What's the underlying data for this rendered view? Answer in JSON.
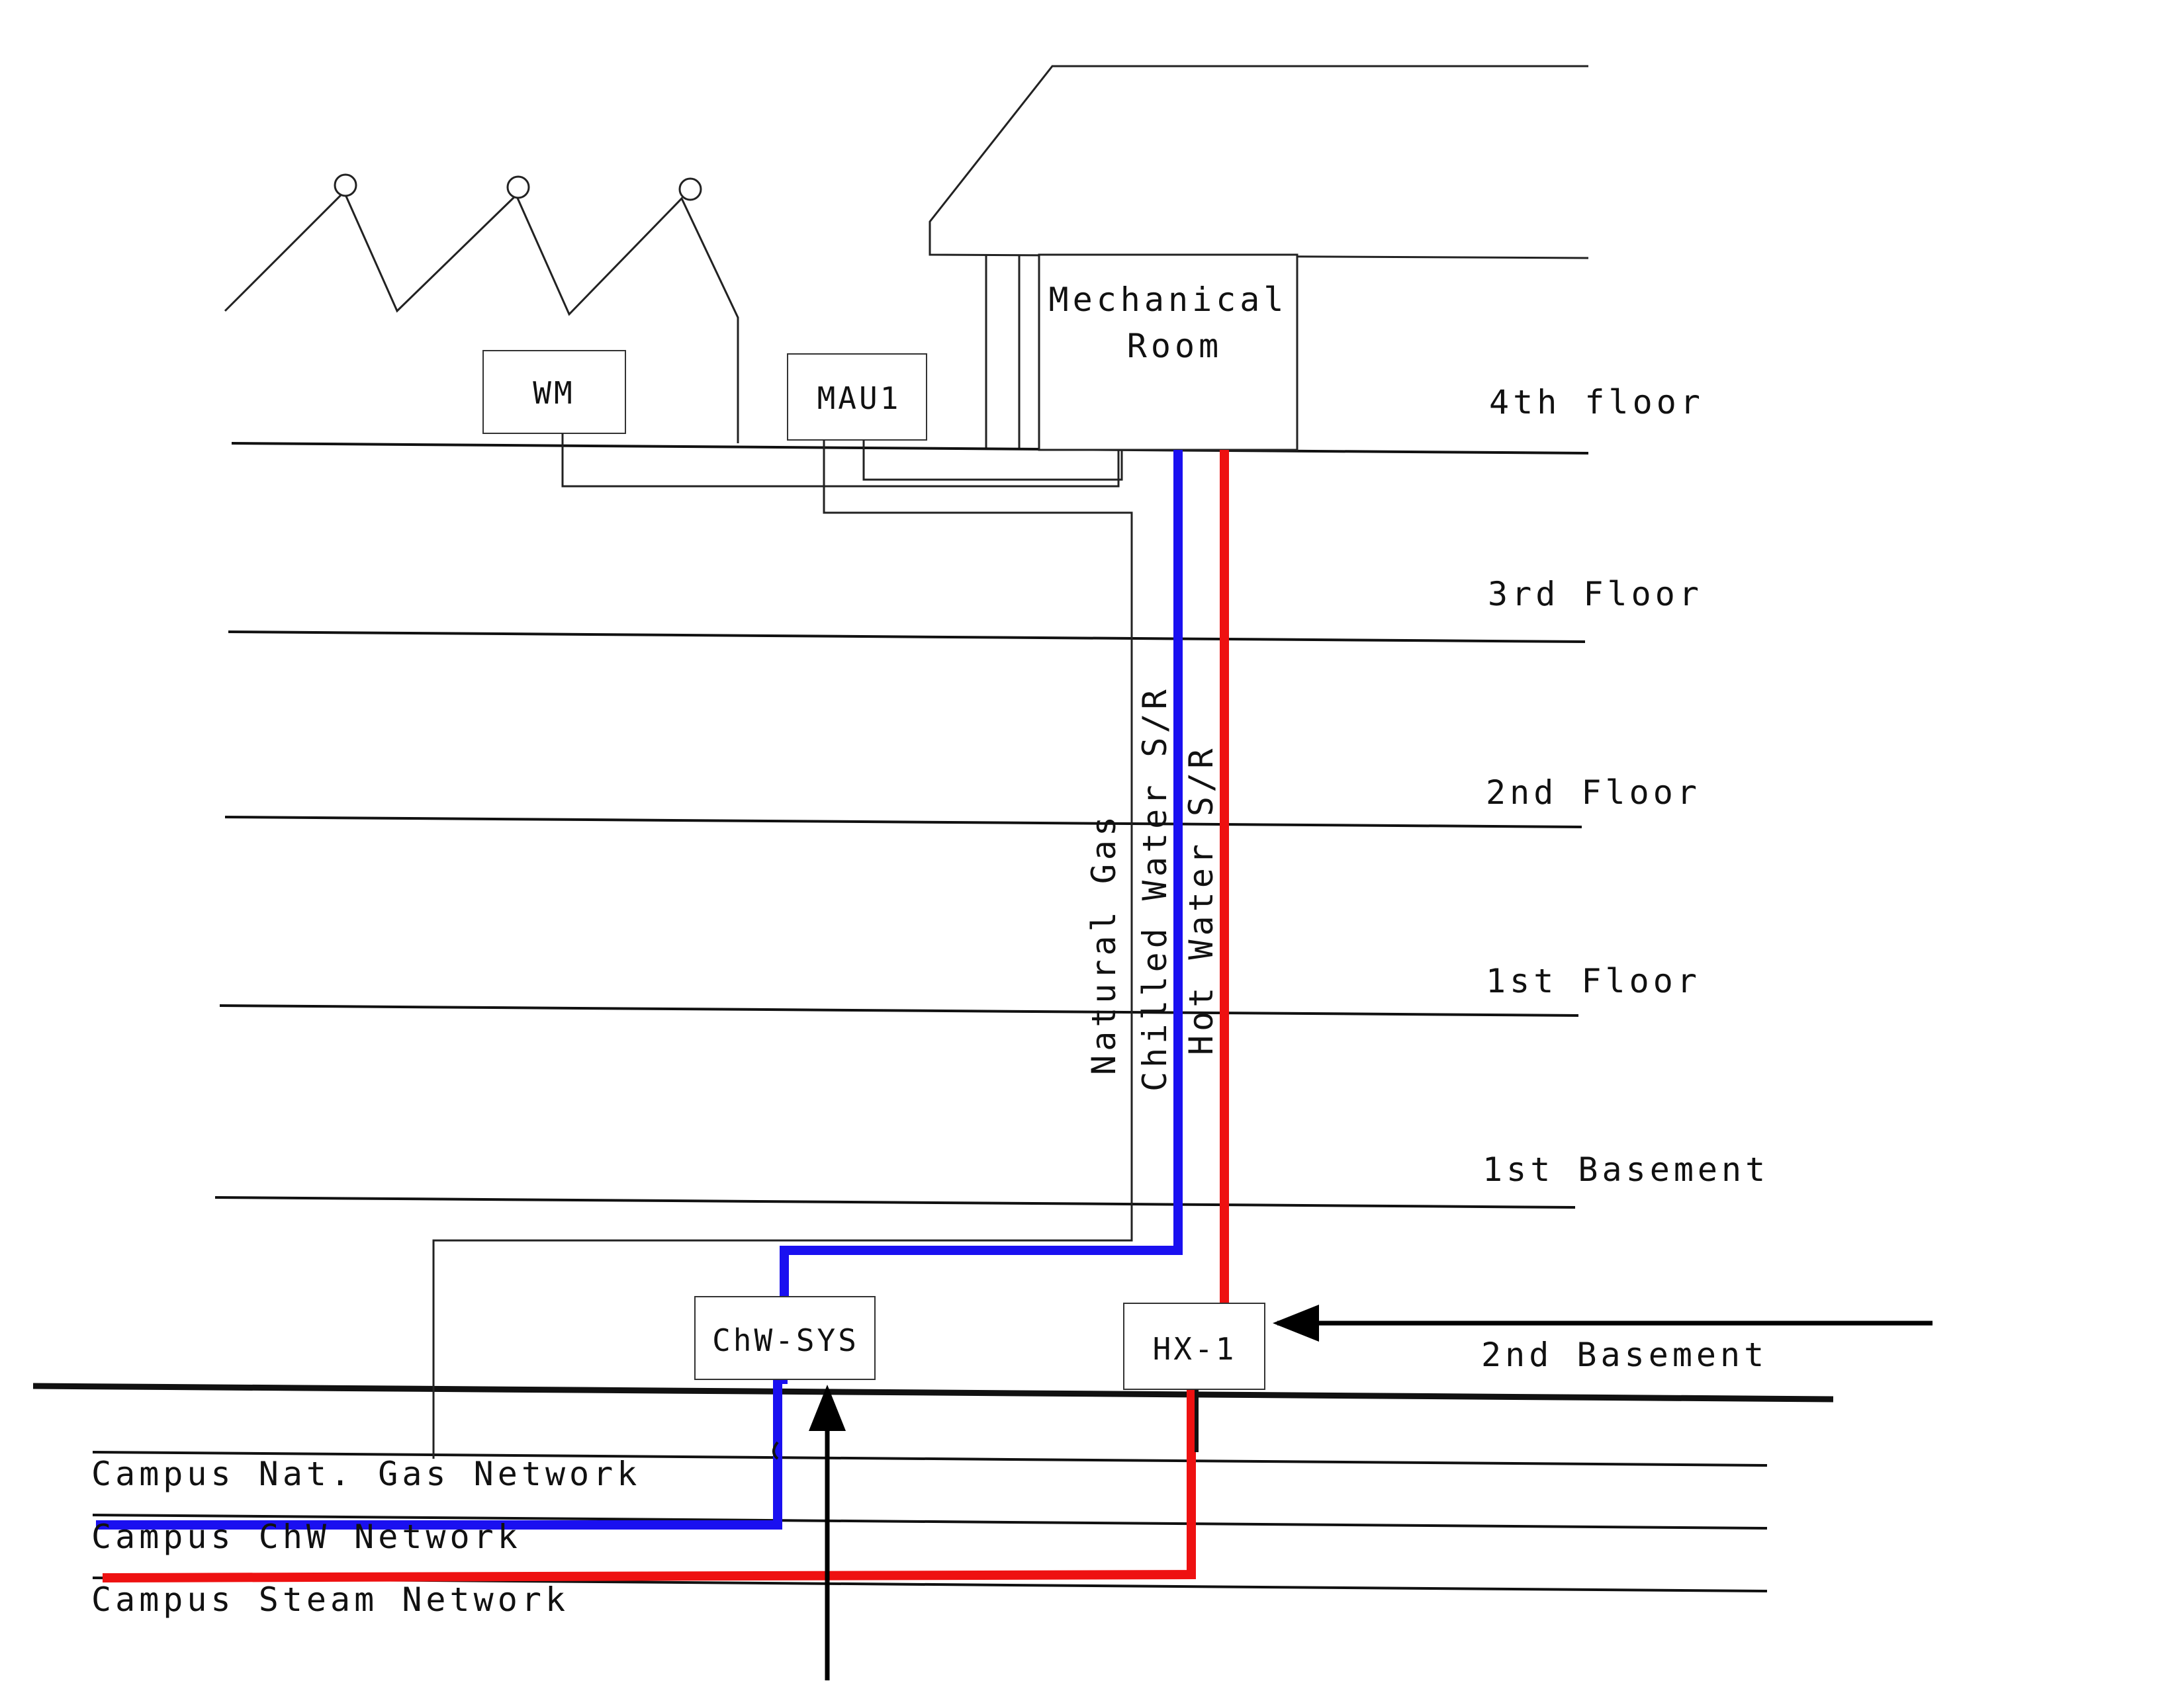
{
  "diagram": {
    "floors": [
      "4th floor",
      "3rd Floor",
      "2nd Floor",
      "1st Floor",
      "1st Basement",
      "2nd Basement"
    ],
    "equipment": {
      "wm": "WM",
      "mau": "MAU1",
      "mechanical_room": [
        "Mechanical",
        "Room"
      ],
      "chw_sys": "ChW-SYS",
      "hx": "HX-1"
    },
    "risers": {
      "gas": "Natural Gas",
      "chw": "Chilled Water S/R",
      "hw": "Hot Water S/R"
    },
    "networks": [
      "Campus Nat. Gas Network",
      "Campus ChW Network",
      "Campus Steam Network"
    ],
    "colors": {
      "chilled_water": "#1a10f0",
      "hot_water": "#ee1111",
      "arrow": "#000000",
      "line": "#111111"
    }
  }
}
